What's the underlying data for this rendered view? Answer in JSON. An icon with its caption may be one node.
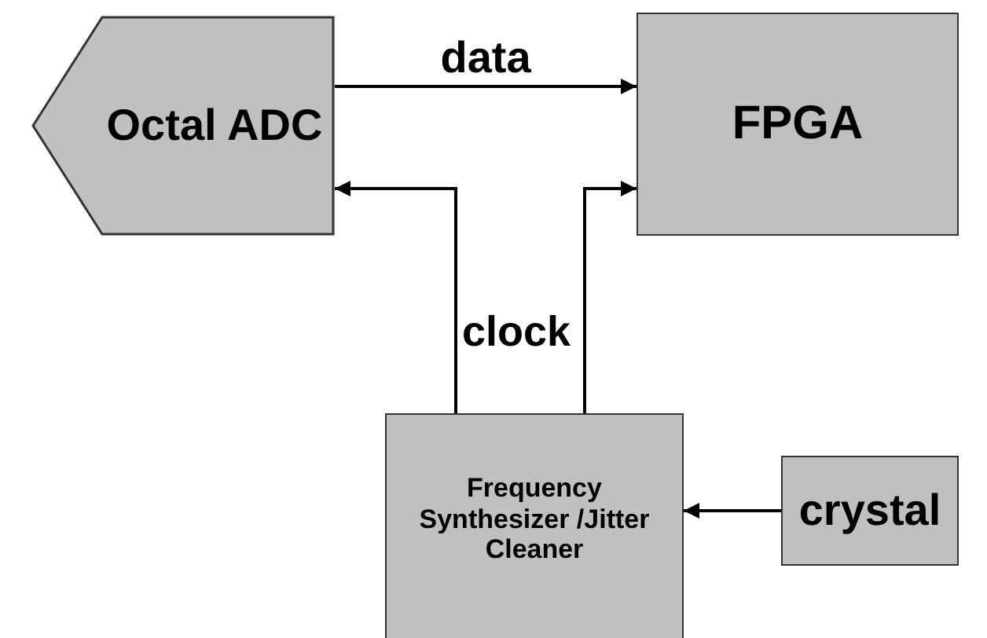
{
  "diagram": {
    "nodes": [
      {
        "text": [
          "Octal ADC"
        ]
      },
      {
        "text": [
          "FPGA"
        ]
      },
      {
        "text": [
          "Frequency Synthesizer /Jitter Cleaner"
        ]
      },
      {
        "text": [
          "crystal"
        ]
      }
    ],
    "edges": [
      {
        "from": 0,
        "to": 1,
        "arrow": "to",
        "label": "data"
      },
      {
        "from": 2,
        "to": 0,
        "arrow": "to"
      },
      {
        "from": 2,
        "to": 1,
        "arrow": "to"
      },
      {
        "from": 3,
        "to": 2,
        "arrow": "to"
      }
    ],
    "labels": [
      "clock"
    ]
  }
}
